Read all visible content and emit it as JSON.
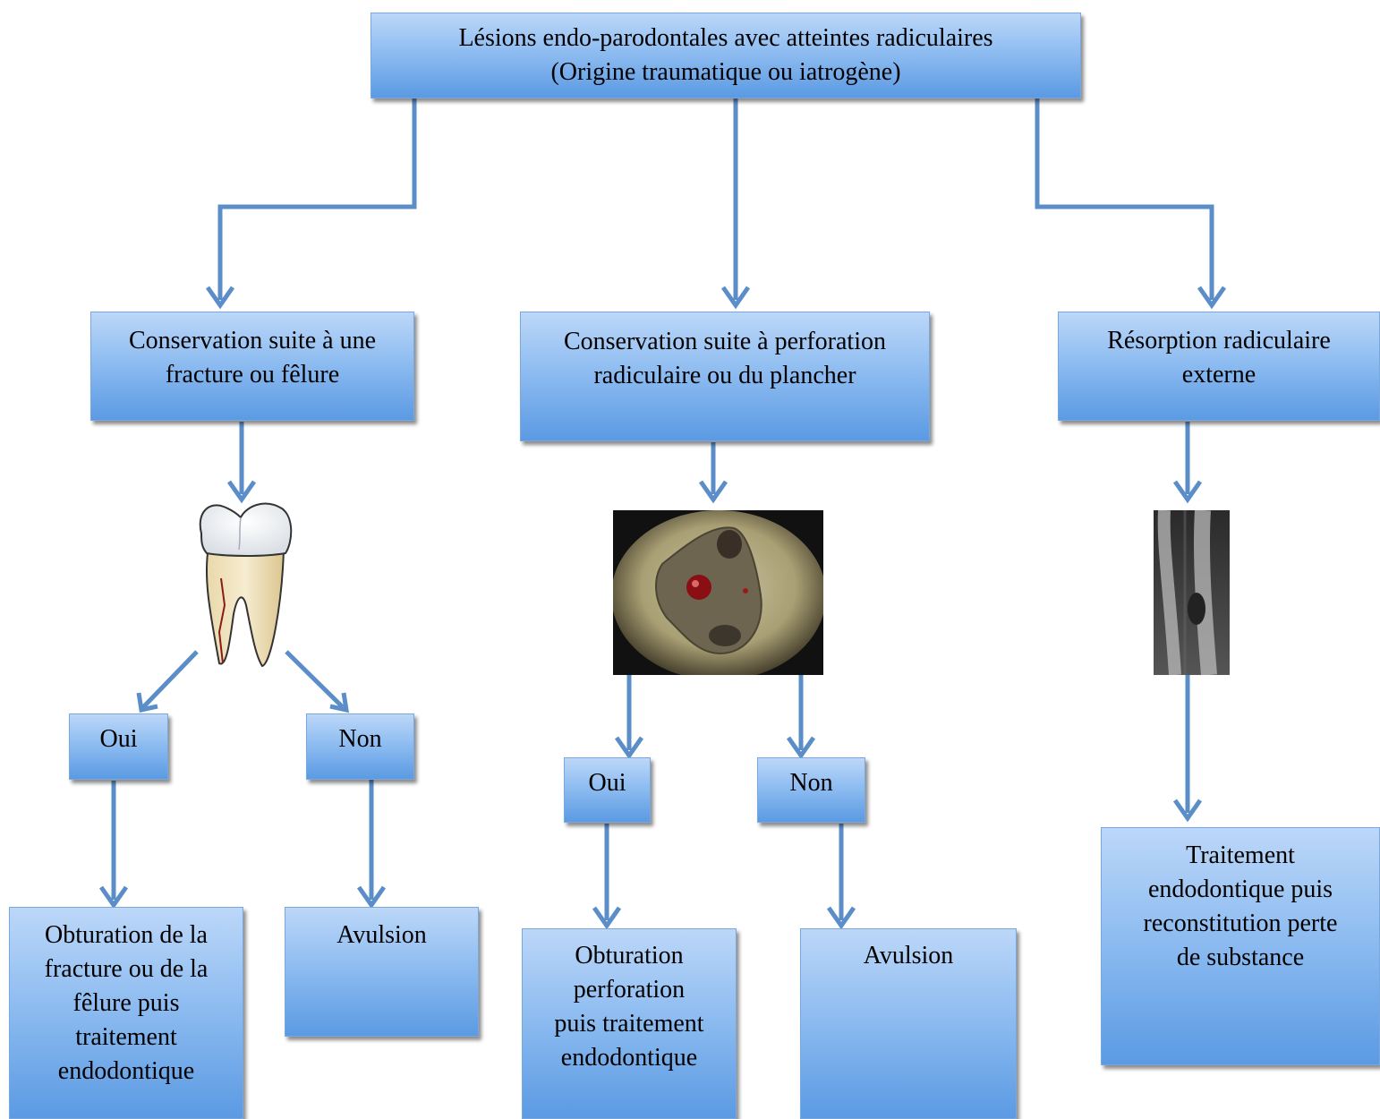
{
  "root": {
    "line1": "Lésions endo-parodontales avec atteintes radiculaires",
    "line2": "(Origine traumatique ou iatrogène)"
  },
  "branches": {
    "fracture": {
      "line1": "Conservation suite à une",
      "line2": "fracture ou fêlure"
    },
    "perforation": {
      "line1": "Conservation suite à perforation",
      "line2": "radiculaire ou du plancher"
    },
    "resorption": {
      "line1": "Résorption radiculaire",
      "line2": "externe"
    }
  },
  "decisions": {
    "left_yes": "Oui",
    "left_no": "Non",
    "mid_yes": "Oui",
    "mid_no": "Non"
  },
  "outcomes": {
    "fracture_yes": [
      "Obturation de la",
      "fracture ou de la",
      "fêlure puis",
      "traitement",
      "endodontique"
    ],
    "fracture_no": "Avulsion",
    "perforation_yes": [
      "Obturation",
      "perforation",
      "puis traitement",
      "endodontique"
    ],
    "perforation_no": "Avulsion",
    "resorption": [
      "Traitement",
      "endodontique puis",
      "reconstitution perte",
      "de substance"
    ]
  },
  "images": {
    "tooth": "tooth-illustration",
    "perforation_photo": "clinical-photo",
    "radiograph": "radiograph"
  },
  "colors": {
    "box_top": "#bcd7f8",
    "box_bottom": "#5b9ae3",
    "arrow": "#5b8ec9"
  }
}
